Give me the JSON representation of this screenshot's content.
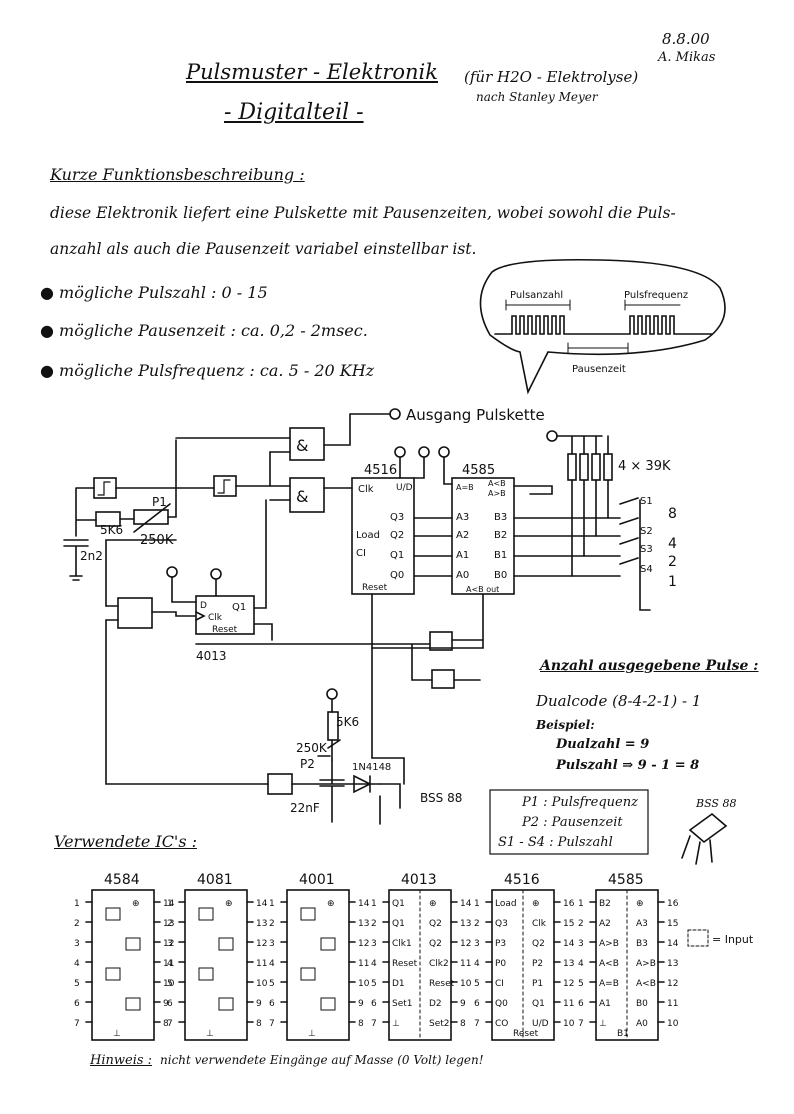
{
  "header": {
    "date": "8.8.00",
    "author": "A. Mikas",
    "title": "Pulsmuster - Elektronik",
    "subtitle_paren": "(für H2O - Elektrolyse)",
    "after": "nach Stanley Meyer",
    "section": "- Digitalteil -"
  },
  "description": {
    "heading": "Kurze Funktionsbeschreibung :",
    "line1": "diese Elektronik liefert eine Pulskette mit Pausenzeiten, wobei sowohl die Puls-",
    "line2": "anzahl als auch die Pausenzeit variabel einstellbar ist.",
    "bullets": [
      "● mögliche Pulszahl : 0 - 15",
      "● mögliche Pausenzeit : ca. 0,2 - 2msec.",
      "● mögliche Pulsfrequenz : ca. 5 - 20 KHz"
    ]
  },
  "waveform": {
    "label_count": "Pulsanzahl",
    "label_freq": "Pulsfrequenz",
    "label_pause": "Pausenzeit"
  },
  "schematic": {
    "output": "Ausgang Pulskette",
    "ic_4516": "4516",
    "ic_4585": "4585",
    "ic_4013": "4013",
    "r_pullups": "4 × 39K",
    "p1": "P1",
    "p2": "P2",
    "r5k6": "5K6",
    "r5k6b": "5K6",
    "p250a": "250K",
    "p250b": "250K",
    "c2n2": "2n2",
    "c22n": "22nF",
    "diode": "1N4148",
    "fet": "BSS 88",
    "switches": [
      "S1",
      "S2",
      "S3",
      "S4"
    ],
    "weights": [
      "8",
      "4",
      "2",
      "1"
    ],
    "pins_4516": [
      "Clk",
      "U/D",
      "Load",
      "CI",
      "Q3",
      "Q2",
      "Q1",
      "Q0",
      "Reset"
    ],
    "pins_4585": [
      "A=B",
      "A<B",
      "A>B",
      "A3",
      "A2",
      "A1",
      "A0",
      "B3",
      "B2",
      "B1",
      "B0",
      "A<B out"
    ],
    "pins_4013": [
      "D",
      "Clk",
      "Q1",
      "Reset"
    ]
  },
  "note_box": {
    "heading": "Anzahl ausgegebene Pulse :",
    "line1": "Dualcode (8-4-2-1) - 1",
    "line2": "Beispiel:",
    "line3": "Dualzahl = 9",
    "line4": "Pulszahl ⇒ 9 - 1 = 8"
  },
  "legend": {
    "p1": "P1 : Pulsfrequenz",
    "p2": "P2 : Pausenzeit",
    "s": "S1 - S4 : Pulszahl",
    "fet": "BSS 88"
  },
  "ics": {
    "heading": "Verwendete IC's :",
    "input_legend": "= Input",
    "chips": [
      {
        "name": "4584",
        "left": [
          "",
          "",
          "",
          "",
          "",
          "",
          ""
        ],
        "right": [
          "⊕",
          "",
          "",
          "",
          "",
          "",
          ""
        ],
        "gnd": "⊥"
      },
      {
        "name": "4081",
        "left": [
          "",
          "",
          "",
          "",
          "",
          "",
          ""
        ],
        "right": [
          "⊕",
          "",
          "",
          "",
          "",
          "",
          ""
        ],
        "gnd": "⊥"
      },
      {
        "name": "4001",
        "left": [
          "",
          "",
          "",
          "",
          "",
          "",
          ""
        ],
        "right": [
          "⊕",
          "",
          "",
          "",
          "",
          "",
          ""
        ],
        "gnd": "⊥"
      },
      {
        "name": "4013",
        "left": [
          "Q1",
          "Q1",
          "Clk1",
          "Reset",
          "D1",
          "Set1",
          "⊥"
        ],
        "right": [
          "⊕",
          "Q2",
          "Q2",
          "Clk2",
          "Reset",
          "D2",
          "Set2"
        ],
        "gnd": ""
      },
      {
        "name": "4516",
        "left": [
          "Load",
          "Q3",
          "P3",
          "P0",
          "CI",
          "Q0",
          "CO"
        ],
        "right": [
          "⊕",
          "Clk",
          "Q2",
          "P2",
          "P1",
          "Q1",
          "U/D"
        ],
        "gnd": "Reset"
      },
      {
        "name": "4585",
        "left": [
          "B2",
          "A2",
          "A>B",
          "A<B",
          "A=B",
          "A1",
          "⊥"
        ],
        "right": [
          "⊕",
          "A3",
          "B3",
          "A>B",
          "A<B",
          "B0",
          "A0"
        ],
        "gnd": "B1"
      }
    ]
  },
  "footer": {
    "label": "Hinweis :",
    "text": "nicht verwendete Eingänge auf Masse (0 Volt) legen!"
  }
}
